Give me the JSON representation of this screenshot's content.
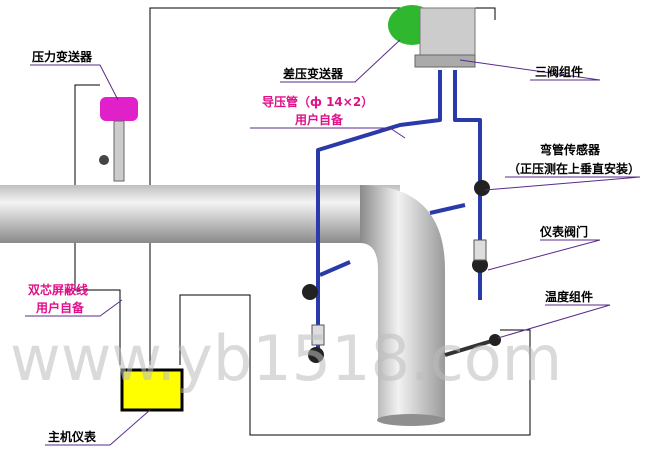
{
  "labels": {
    "pressure_transmitter": "压力变送器",
    "dp_transmitter": "差压变送器",
    "three_valve": "三阀组件",
    "impulse_pipe_1": "导压管（ф 14×2）",
    "impulse_pipe_2": "用户自备",
    "elbow_sensor_1": "弯管传感器",
    "elbow_sensor_2": "（正压测在上垂直安装）",
    "instrument_valve": "仪表阀门",
    "temperature": "温度组件",
    "cable_1": "双芯屏蔽线",
    "cable_2": "用户自备",
    "host": "主机仪表"
  },
  "watermark": "www.yb1518.com",
  "colors": {
    "pipe": "#2a3aa8",
    "transmitter": "#e020c8",
    "dp_body": "#2fb82f",
    "host": "#ffff00",
    "label_accent": "#e0108a",
    "leader": "#5a2a8a"
  }
}
